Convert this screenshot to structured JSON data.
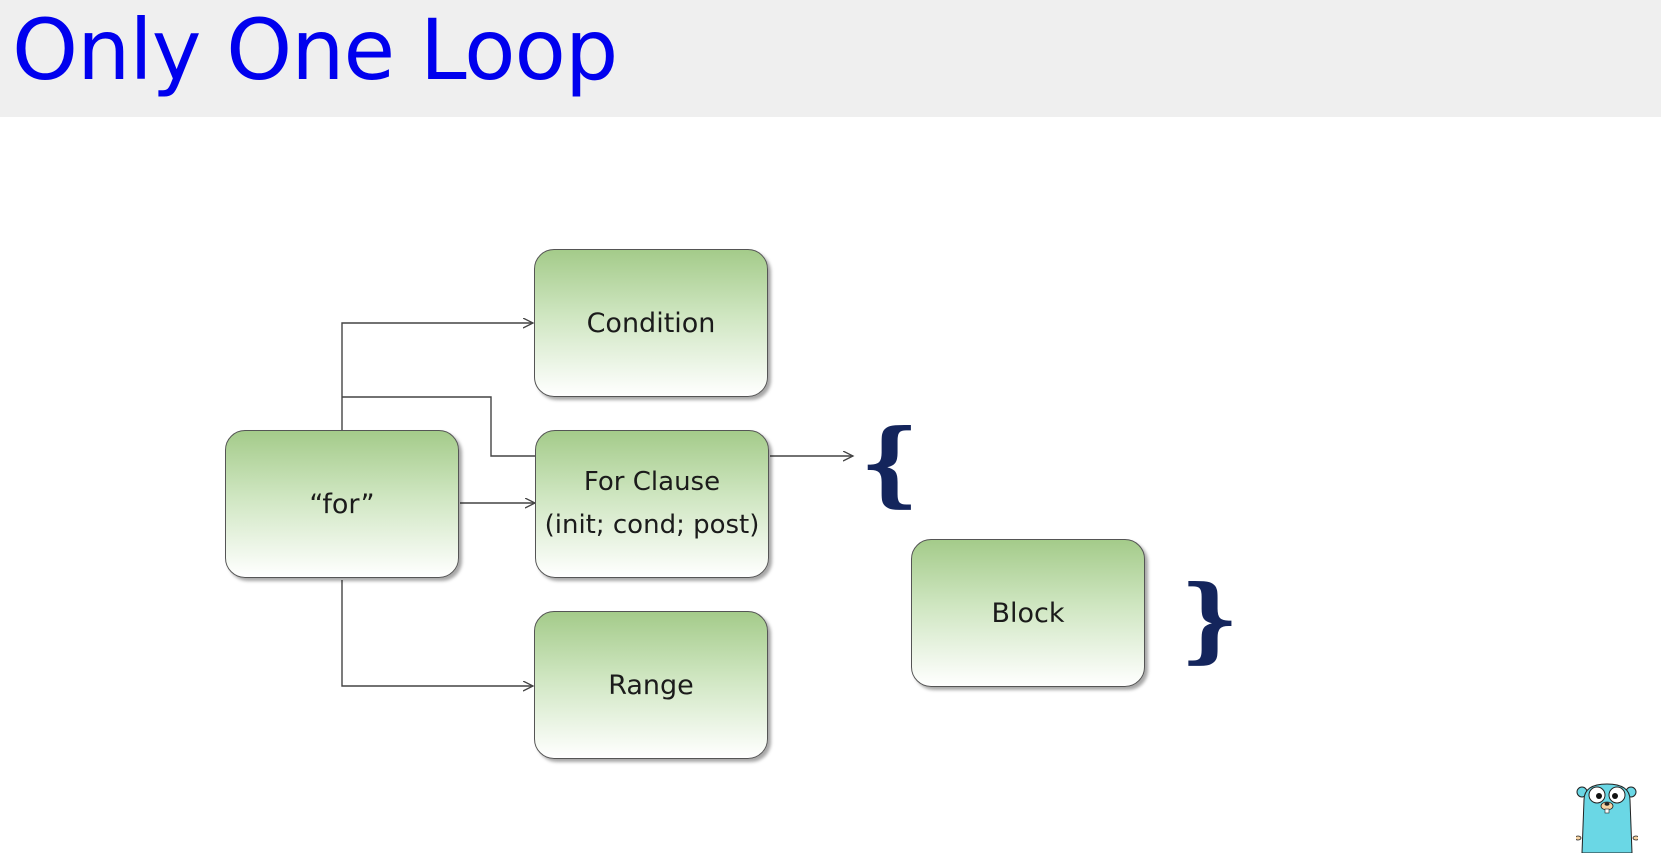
{
  "slide": {
    "title": "Only One Loop"
  },
  "diagram": {
    "nodes": {
      "for": "“for”",
      "condition": "Condition",
      "for_clause": "For Clause\n(init; cond; post)",
      "range": "Range",
      "block": "Block"
    },
    "open_brace": "{",
    "close_brace": "}"
  },
  "colors": {
    "title": "#0000ee",
    "title_bar": "#efefef",
    "box_top": "#a4cb8a",
    "brace": "#14255c",
    "gopher": "#6ad7e5"
  }
}
